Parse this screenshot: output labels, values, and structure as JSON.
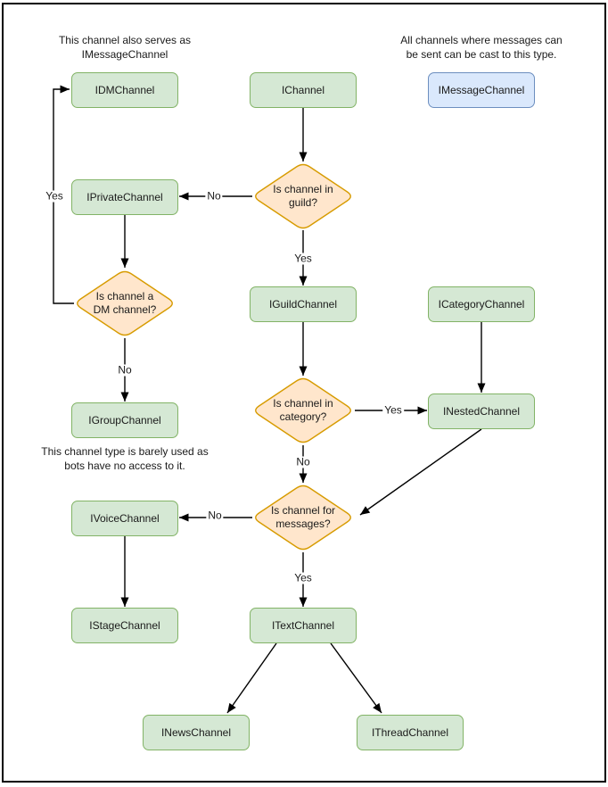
{
  "diagram": {
    "nodes": {
      "idm": "IDMChannel",
      "ichannel": "IChannel",
      "imessage": "IMessageChannel",
      "iprivate": "IPrivateChannel",
      "iguild": "IGuildChannel",
      "icategory": "ICategoryChannel",
      "inested": "INestedChannel",
      "igroup": "IGroupChannel",
      "ivoice": "IVoiceChannel",
      "istage": "IStageChannel",
      "itext": "ITextChannel",
      "inews": "INewsChannel",
      "ithread": "IThreadChannel"
    },
    "decisions": {
      "guild": "Is channel in\nguild?",
      "dm": "Is channel a\nDM channel?",
      "category": "Is channel in\ncategory?",
      "messages": "Is channel for\nmessages?"
    },
    "edge_labels": {
      "dm_yes": "Yes",
      "guild_no": "No",
      "guild_yes": "Yes",
      "dm_no": "No",
      "category_yes": "Yes",
      "category_no": "No",
      "messages_no": "No",
      "messages_yes": "Yes"
    },
    "notes": {
      "idm": "This channel also serves as\nIMessageChannel",
      "imessage": "All channels where messages can\nbe sent can be cast to this type.",
      "igroup": "This channel type is barely used as\nbots have no access to it."
    },
    "colors": {
      "node_fill": "#d5e8d4",
      "node_stroke": "#82b366",
      "decision_fill": "#ffe6cc",
      "decision_stroke": "#d79b00",
      "message_fill": "#dae8fc",
      "message_stroke": "#6c8ebf",
      "edge_color": "#000000",
      "frame_color": "#000000",
      "page_bg": "#ffffff"
    }
  }
}
